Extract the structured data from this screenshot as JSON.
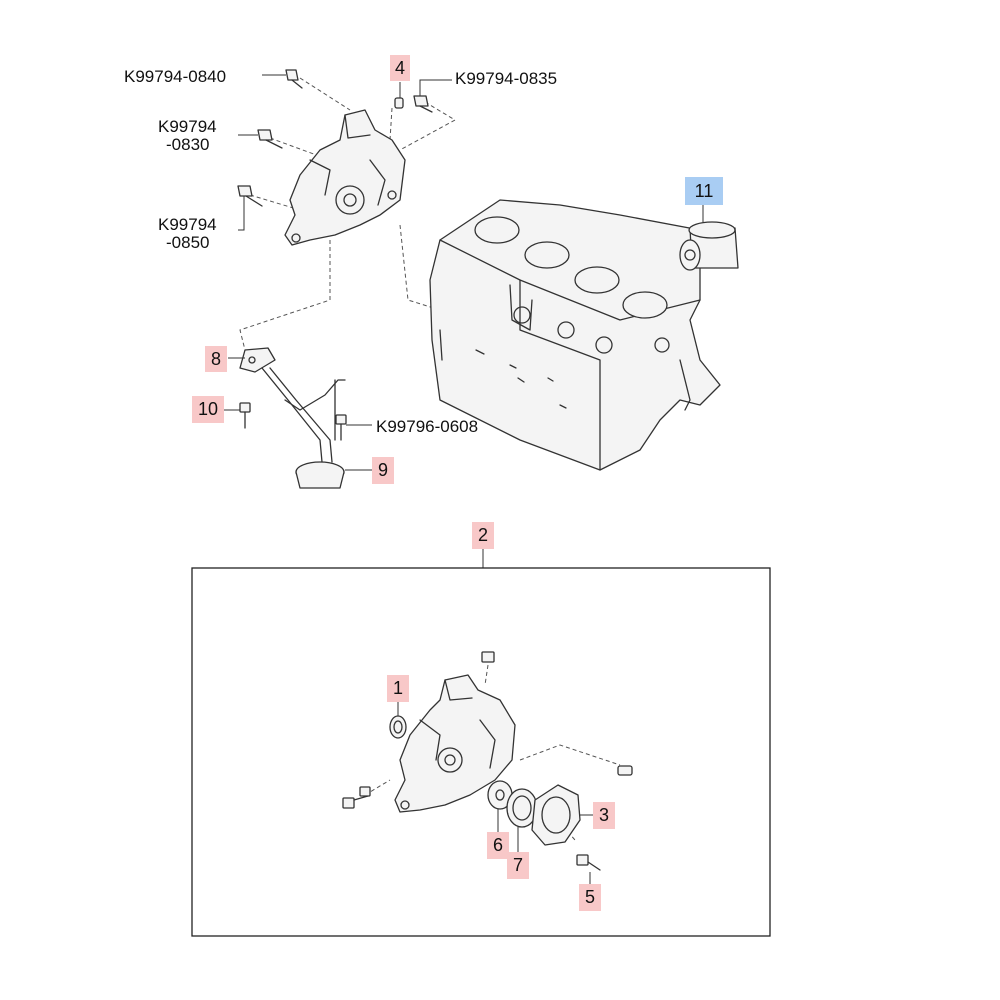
{
  "colors": {
    "callout_fill": "#f8c8c8",
    "callout_highlight_fill": "#a9cdf3",
    "line": "#333333",
    "box_border": "#222222"
  },
  "part_numbers": {
    "k0840": "K99794-0840",
    "k0835": "K99794-0835",
    "k0830_line1": "K99794",
    "k0830_line2": "-0830",
    "k0850_line1": "K99794",
    "k0850_line2": "-0850",
    "k0608": "K99796-0608"
  },
  "callouts": {
    "c1": "1",
    "c2": "2",
    "c3": "3",
    "c4": "4",
    "c5": "5",
    "c6": "6",
    "c7": "7",
    "c8": "8",
    "c9": "9",
    "c10": "10",
    "c11": "11"
  }
}
